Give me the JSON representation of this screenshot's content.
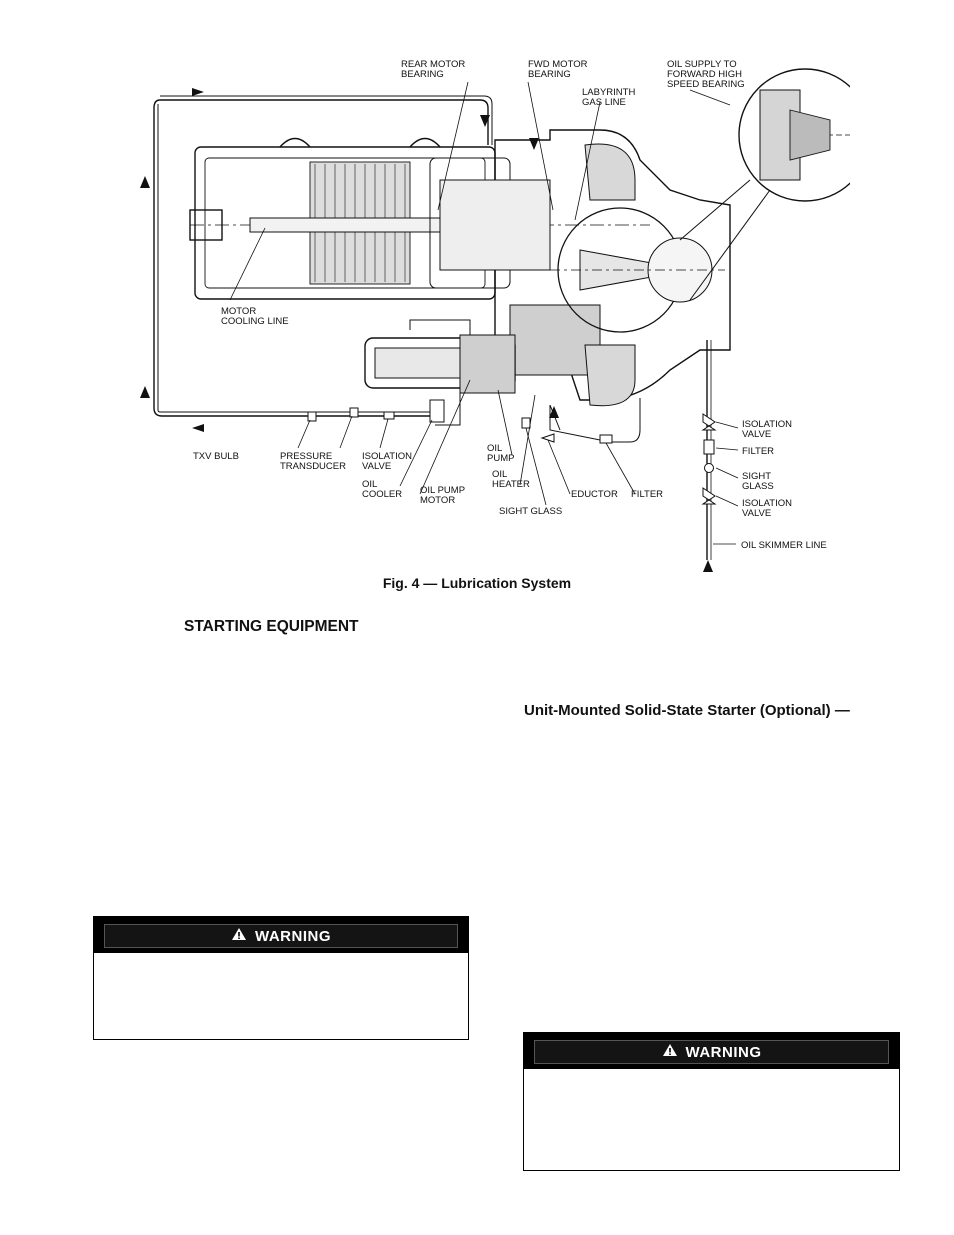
{
  "figure": {
    "caption": "Fig. 4 — Lubrication System",
    "labels": {
      "rear_motor_bearing": "REAR MOTOR\nBEARING",
      "fwd_motor_bearing": "FWD MOTOR\nBEARING",
      "labyrinth_gas_line": "LABYRINTH\nGAS LINE",
      "oil_supply": "OIL SUPPLY TO\nFORWARD HIGH\nSPEED BEARING",
      "motor_cooling_line": "MOTOR\nCOOLING LINE",
      "txv_bulb": "TXV BULB",
      "pressure_transducer": "PRESSURE\nTRANSDUCER",
      "isolation_valve_left": "ISOLATION\nVALVE",
      "oil_cooler": "OIL\nCOOLER",
      "oil_pump_motor": "OIL PUMP\nMOTOR",
      "oil_pump": "OIL\nPUMP",
      "oil_heater": "OIL\nHEATER",
      "sight_glass_bottom": "SIGHT GLASS",
      "eductor": "EDUCTOR",
      "filter_bottom": "FILTER",
      "isolation_valve_right_top": "ISOLATION\nVALVE",
      "filter_right": "FILTER",
      "sight_glass_right": "SIGHT\nGLASS",
      "isolation_valve_right_bottom": "ISOLATION\nVALVE",
      "oil_skimmer_line": "OIL SKIMMER LINE"
    }
  },
  "sections": {
    "starting_equipment": "STARTING EQUIPMENT",
    "solid_state_starter": "Unit-Mounted Solid-State Starter (Optional) —"
  },
  "warnings": {
    "left_label": "WARNING",
    "right_label": "WARNING"
  }
}
